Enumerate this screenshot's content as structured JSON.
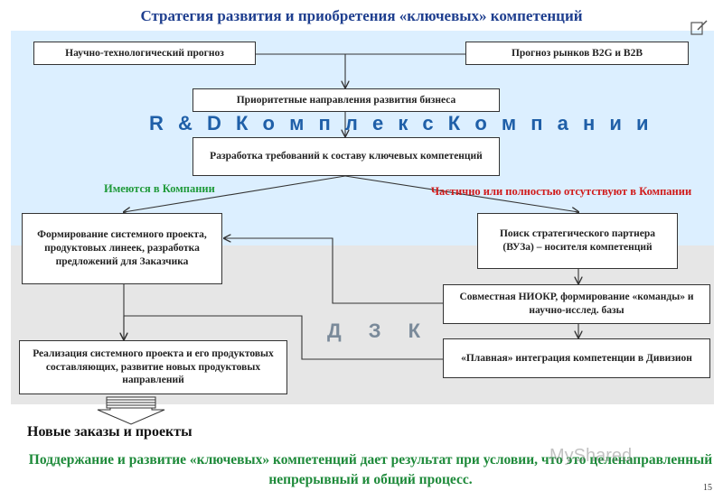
{
  "title": "Стратегия развития и приобретения «ключевых» компетенций",
  "zones": {
    "rd": "R & D  К о м п л е к с   К о м п а н и и",
    "dzk": "Д З К"
  },
  "boxes": {
    "sci_forecast": "Научно-технологический прогноз",
    "market_forecast": "Прогноз рынков B2G и B2B",
    "priority_directions": "Приоритетные направления развития бизнеса",
    "requirements": "Разработка требований к составу ключевых компетенций",
    "system_project": "Формирование системного проекта, продуктовых линеек, разработка предложений для Заказчика",
    "partner_search": "Поиск стратегического партнера (ВУЗа) – носителя компетенций",
    "joint_rnd": "Совместная НИОКР, формирование «команды» и научно-исслед. базы",
    "implementation": "Реализация системного проекта и его продуктовых составляющих, развитие новых продуктовых направлений",
    "integration": "«Плавная» интеграция компетенции в Дивизион"
  },
  "labels": {
    "available": "Имеются в Компании",
    "missing": "Частично или полностью отсутствуют в Компании"
  },
  "result": "Новые заказы и проекты",
  "conclusion": "Поддержание и развитие «ключевых» компетенций дает результат при условии, что это целенаправленный непрерывный и общий процесс.",
  "page_number": "15",
  "watermark": "MyShared",
  "colors": {
    "title": "#1f3f8f",
    "rd_zone": "#dcefff",
    "dzk_zone": "#e6e6e6",
    "available_label": "#1f9a3a",
    "missing_label": "#d01a1a",
    "conclusion": "#1e8a3a"
  }
}
